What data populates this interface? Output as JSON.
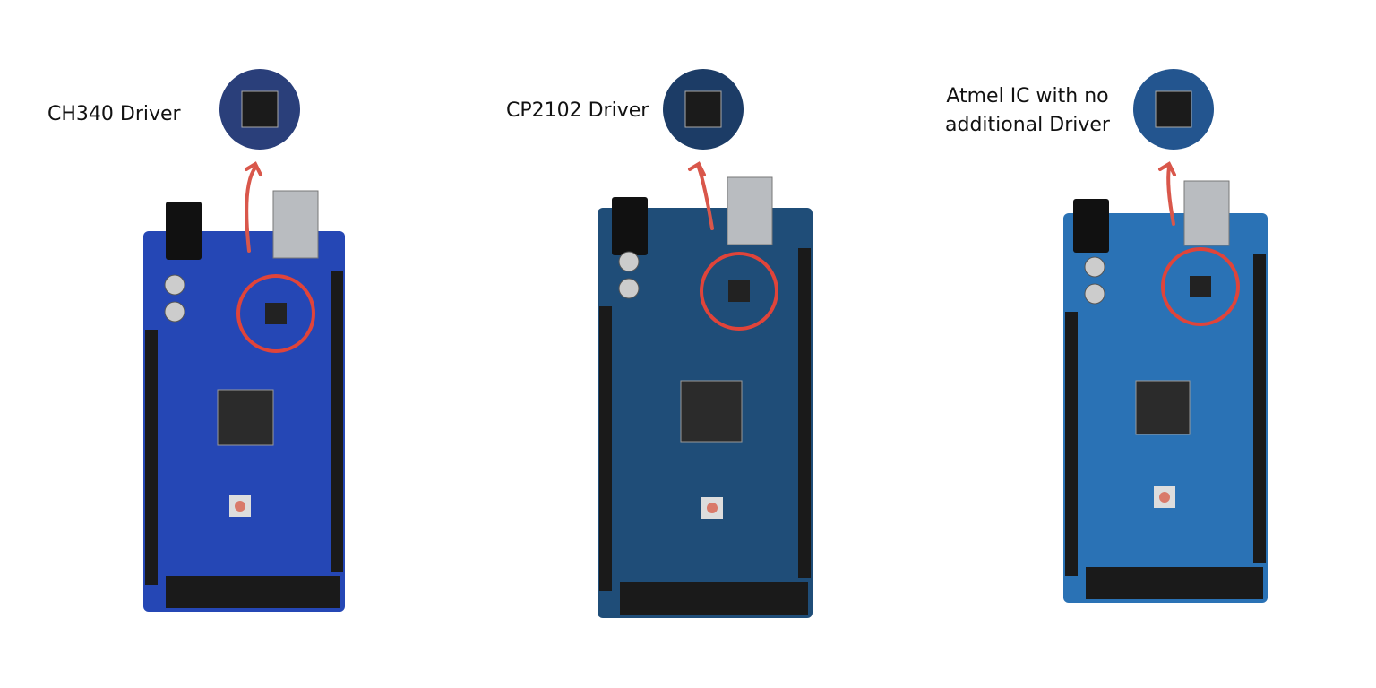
{
  "panels": [
    {
      "label": "CH340 Driver",
      "board_color": "#2547b5",
      "chip_bg": "#2a3f7a"
    },
    {
      "label": "CP2102 Driver",
      "board_color": "#1f4d78",
      "chip_bg": "#1c3c66"
    },
    {
      "label_line1": "Atmel IC with no",
      "label_line2": "additional Driver",
      "board_color": "#2a72b5",
      "chip_bg": "#23558f"
    }
  ],
  "colors": {
    "highlight": "#e0443a",
    "arrow": "#d9574b",
    "header": "#1a1a1a"
  }
}
